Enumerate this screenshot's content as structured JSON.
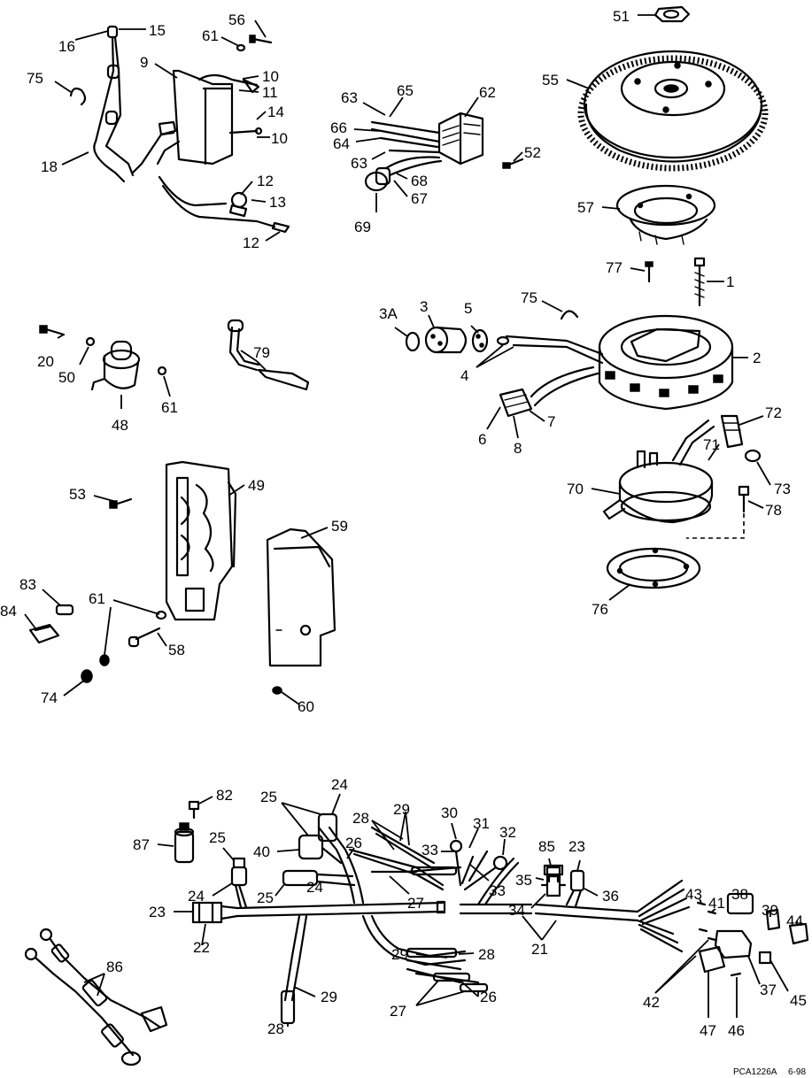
{
  "callouts": [
    {
      "id": "c1",
      "text": "1"
    },
    {
      "id": "c2",
      "text": "2"
    },
    {
      "id": "c3",
      "text": "3"
    },
    {
      "id": "c3a",
      "text": "3A"
    },
    {
      "id": "c4",
      "text": "4"
    },
    {
      "id": "c5",
      "text": "5"
    },
    {
      "id": "c6",
      "text": "6"
    },
    {
      "id": "c7",
      "text": "7"
    },
    {
      "id": "c8",
      "text": "8"
    },
    {
      "id": "c9",
      "text": "9"
    },
    {
      "id": "c10a",
      "text": "10"
    },
    {
      "id": "c10b",
      "text": "10"
    },
    {
      "id": "c11",
      "text": "11"
    },
    {
      "id": "c12a",
      "text": "12"
    },
    {
      "id": "c12b",
      "text": "12"
    },
    {
      "id": "c13",
      "text": "13"
    },
    {
      "id": "c14",
      "text": "14"
    },
    {
      "id": "c15",
      "text": "15"
    },
    {
      "id": "c16",
      "text": "16"
    },
    {
      "id": "c18",
      "text": "18"
    },
    {
      "id": "c20",
      "text": "20"
    },
    {
      "id": "c21",
      "text": "21"
    },
    {
      "id": "c22",
      "text": "22"
    },
    {
      "id": "c23a",
      "text": "23"
    },
    {
      "id": "c23b",
      "text": "23"
    },
    {
      "id": "c24a",
      "text": "24"
    },
    {
      "id": "c24b",
      "text": "24"
    },
    {
      "id": "c24c",
      "text": "24"
    },
    {
      "id": "c25a",
      "text": "25"
    },
    {
      "id": "c25b",
      "text": "25"
    },
    {
      "id": "c25c",
      "text": "25"
    },
    {
      "id": "c26a",
      "text": "26"
    },
    {
      "id": "c26b",
      "text": "26"
    },
    {
      "id": "c27a",
      "text": "27"
    },
    {
      "id": "c27b",
      "text": "27"
    },
    {
      "id": "c28a",
      "text": "28"
    },
    {
      "id": "c28b",
      "text": "28"
    },
    {
      "id": "c28c",
      "text": "28"
    },
    {
      "id": "c29a",
      "text": "29"
    },
    {
      "id": "c29b",
      "text": "29"
    },
    {
      "id": "c29c",
      "text": "29"
    },
    {
      "id": "c30",
      "text": "30"
    },
    {
      "id": "c31",
      "text": "31"
    },
    {
      "id": "c32",
      "text": "32"
    },
    {
      "id": "c33a",
      "text": "33"
    },
    {
      "id": "c33b",
      "text": "33"
    },
    {
      "id": "c34",
      "text": "34"
    },
    {
      "id": "c35",
      "text": "35"
    },
    {
      "id": "c36",
      "text": "36"
    },
    {
      "id": "c37",
      "text": "37"
    },
    {
      "id": "c38",
      "text": "38"
    },
    {
      "id": "c39",
      "text": "39"
    },
    {
      "id": "c40",
      "text": "40"
    },
    {
      "id": "c41",
      "text": "41"
    },
    {
      "id": "c42",
      "text": "42"
    },
    {
      "id": "c43",
      "text": "43"
    },
    {
      "id": "c44",
      "text": "44"
    },
    {
      "id": "c45",
      "text": "45"
    },
    {
      "id": "c46",
      "text": "46"
    },
    {
      "id": "c47",
      "text": "47"
    },
    {
      "id": "c48",
      "text": "48"
    },
    {
      "id": "c49",
      "text": "49"
    },
    {
      "id": "c50",
      "text": "50"
    },
    {
      "id": "c51",
      "text": "51"
    },
    {
      "id": "c52",
      "text": "52"
    },
    {
      "id": "c53",
      "text": "53"
    },
    {
      "id": "c55",
      "text": "55"
    },
    {
      "id": "c56",
      "text": "56"
    },
    {
      "id": "c57",
      "text": "57"
    },
    {
      "id": "c58",
      "text": "58"
    },
    {
      "id": "c59",
      "text": "59"
    },
    {
      "id": "c60",
      "text": "60"
    },
    {
      "id": "c61a",
      "text": "61"
    },
    {
      "id": "c61b",
      "text": "61"
    },
    {
      "id": "c61c",
      "text": "61"
    },
    {
      "id": "c62",
      "text": "62"
    },
    {
      "id": "c63a",
      "text": "63"
    },
    {
      "id": "c63b",
      "text": "63"
    },
    {
      "id": "c64",
      "text": "64"
    },
    {
      "id": "c65",
      "text": "65"
    },
    {
      "id": "c66",
      "text": "66"
    },
    {
      "id": "c67",
      "text": "67"
    },
    {
      "id": "c68",
      "text": "68"
    },
    {
      "id": "c69",
      "text": "69"
    },
    {
      "id": "c70",
      "text": "70"
    },
    {
      "id": "c71",
      "text": "71"
    },
    {
      "id": "c72",
      "text": "72"
    },
    {
      "id": "c73",
      "text": "73"
    },
    {
      "id": "c74",
      "text": "74"
    },
    {
      "id": "c75a",
      "text": "75"
    },
    {
      "id": "c75b",
      "text": "75"
    },
    {
      "id": "c76",
      "text": "76"
    },
    {
      "id": "c77",
      "text": "77"
    },
    {
      "id": "c78",
      "text": "78"
    },
    {
      "id": "c79",
      "text": "79"
    },
    {
      "id": "c82",
      "text": "82"
    },
    {
      "id": "c83",
      "text": "83"
    },
    {
      "id": "c84",
      "text": "84"
    },
    {
      "id": "c85",
      "text": "85"
    },
    {
      "id": "c86",
      "text": "86"
    },
    {
      "id": "c87",
      "text": "87"
    }
  ],
  "footer": {
    "drawing_code": "PCA1226A",
    "date": "6-98"
  }
}
